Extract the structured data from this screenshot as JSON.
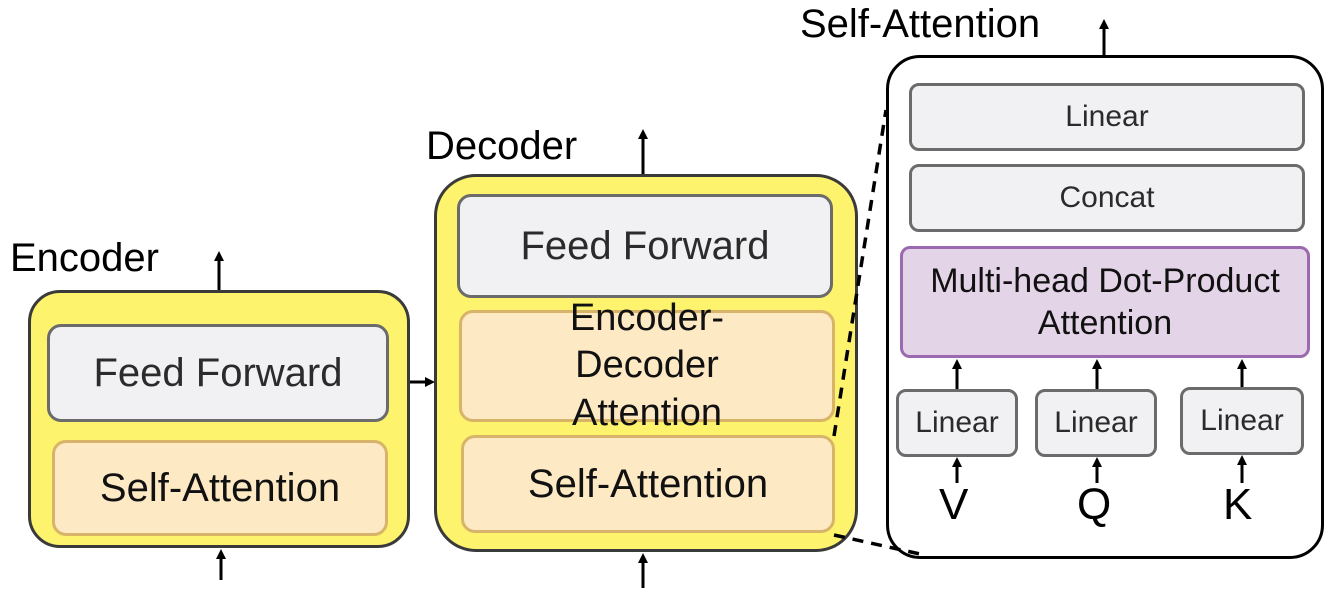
{
  "encoder": {
    "title": "Encoder",
    "feed_forward": "Feed Forward",
    "self_attention": "Self-Attention"
  },
  "decoder": {
    "title": "Decoder",
    "feed_forward": "Feed Forward",
    "enc_dec_attention": "Encoder-Decoder Attention",
    "self_attention": "Self-Attention"
  },
  "self_attention_detail": {
    "title": "Self-Attention",
    "linear_top": "Linear",
    "concat": "Concat",
    "multi_head": "Multi-head Dot-Product Attention",
    "linear_v": "Linear",
    "linear_q": "Linear",
    "linear_k": "Linear",
    "input_v": "V",
    "input_q": "Q",
    "input_k": "K"
  },
  "colors": {
    "block_fill": "#fdf36c",
    "feed_forward_fill": "#f1f1f3",
    "attention_fill": "#fde9c4",
    "multi_head_fill": "#e4d4e8"
  }
}
